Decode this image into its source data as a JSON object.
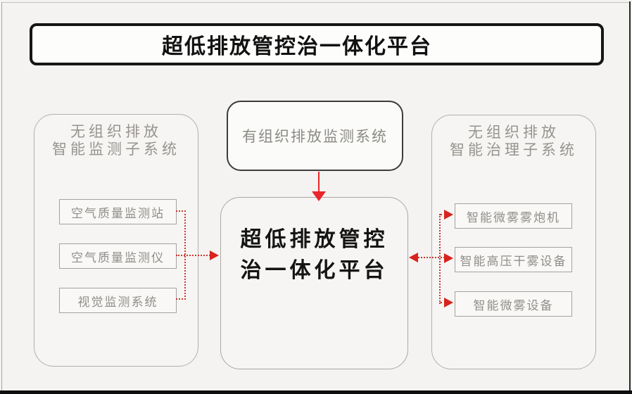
{
  "header": {
    "title": "超低排放管控治一体化平台"
  },
  "left_panel": {
    "title_line1": "无组织排放",
    "title_line2": "智能监测子系统",
    "items": [
      {
        "label": "空气质量监测站"
      },
      {
        "label": "空气质量监测仪"
      },
      {
        "label": "视觉监测系统"
      }
    ]
  },
  "center": {
    "top_box_label": "有组织排放监测系统",
    "platform_line1": "超低排放管控",
    "platform_line2": "治一体化平台"
  },
  "right_panel": {
    "title_line1": "无组织排放",
    "title_line2": "智能治理子系统",
    "items": [
      {
        "label": "智能微雾雾炮机"
      },
      {
        "label": "智能高压干雾设备"
      },
      {
        "label": "智能微雾设备"
      }
    ]
  },
  "colors": {
    "background": "#f4f3f1",
    "accent_red_solid": "#e8262b",
    "accent_red_dotted": "#c8382e",
    "arrowhead_red": "#d8231e",
    "gray_text": "#97948f",
    "black_text": "#141414"
  }
}
